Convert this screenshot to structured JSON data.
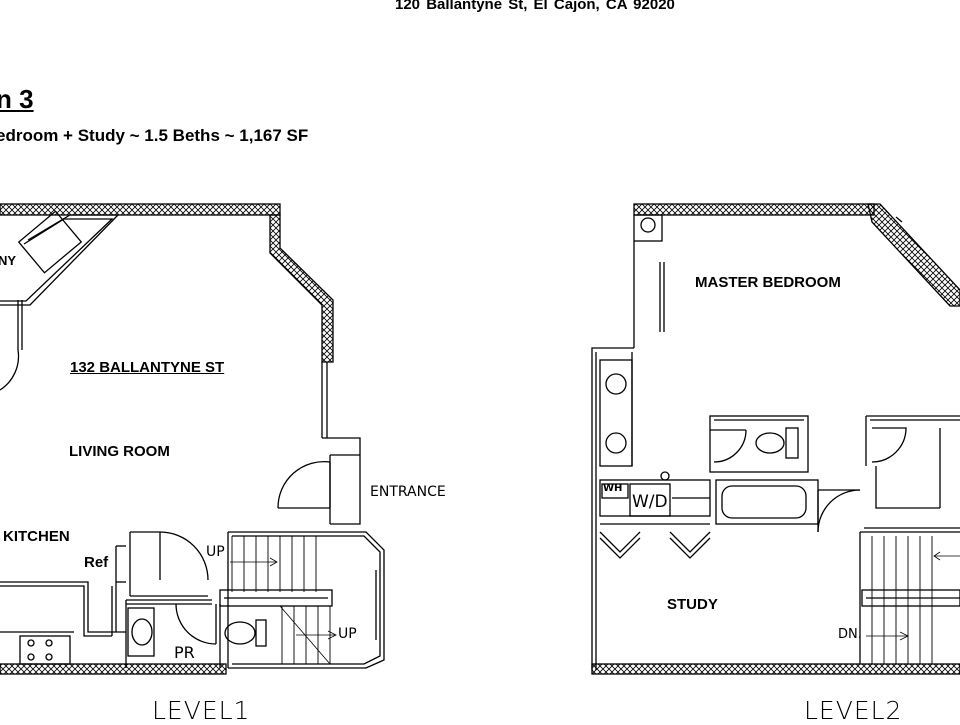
{
  "header": {
    "address": "120 Ballantyne St,  El Cajon,  CA  92020",
    "plan_title": "n 3",
    "plan_subtitle": "edroom + Study ~ 1.5 Beths ~ 1,167 SF"
  },
  "level1": {
    "label": "LEVEL1",
    "building_label": "132 BALLANTYNE ST",
    "rooms": {
      "partial_left": "NY",
      "living": "LIVING ROOM",
      "kitchen": "KITCHEN",
      "ref": "Ref",
      "powder": "PR",
      "entrance": "ENTRANCE",
      "up_upper": "UP",
      "up_lower": "UP"
    }
  },
  "level2": {
    "label": "LEVEL2",
    "rooms": {
      "master": "MASTER BEDROOM",
      "study": "STUDY",
      "water_heater": "WH",
      "washer_dryer": "W/D",
      "down": "DN."
    }
  },
  "colors": {
    "line": "#000000",
    "background": "#ffffff"
  }
}
